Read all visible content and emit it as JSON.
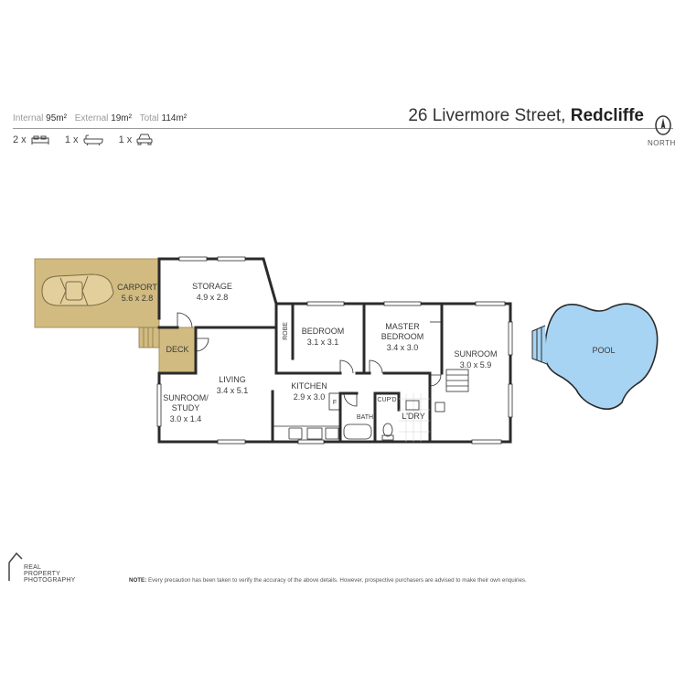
{
  "header": {
    "internal_label": "Internal",
    "internal_value": "95m²",
    "external_label": "External",
    "external_value": "19m²",
    "total_label": "Total",
    "total_value": "114m²",
    "address_street": "26 Livermore Street, ",
    "address_suburb": "Redcliffe",
    "north_label": "NORTH"
  },
  "counts": {
    "bed": "2 x",
    "bath": "1 x",
    "car": "1 x",
    "bed_icon": "bed-icon",
    "bath_icon": "bath-icon",
    "car_icon": "car-icon"
  },
  "rooms": {
    "carport": {
      "name": "CARPORT",
      "dim": "5.6 x 2.8"
    },
    "storage": {
      "name": "STORAGE",
      "dim": "4.9 x 2.8"
    },
    "deck": {
      "name": "DECK"
    },
    "robe": {
      "name": "ROBE"
    },
    "bedroom": {
      "name": "BEDROOM",
      "dim": "3.1 x 3.1"
    },
    "master": {
      "name1": "MASTER",
      "name2": "BEDROOM",
      "dim": "3.4 x 3.0"
    },
    "sunroom": {
      "name": "SUNROOM",
      "dim": "3.0 x 5.9"
    },
    "living": {
      "name": "LIVING",
      "dim": "3.4 x 5.1"
    },
    "kitchen": {
      "name": "KITCHEN",
      "dim": "2.9 x 3.0"
    },
    "study": {
      "name1": "SUNROOM/",
      "name2": "STUDY",
      "dim": "3.0 x 1.4"
    },
    "fridge": {
      "name": "F"
    },
    "cupd": {
      "name": "CUP'D"
    },
    "bath": {
      "name": "BATH"
    },
    "ldry": {
      "name": "L'DRY"
    },
    "pool": {
      "name": "POOL"
    }
  },
  "colors": {
    "carport_fill": "#d2bb80",
    "pool_fill": "#a8d4f4",
    "wall": "#2b2b2b"
  },
  "footer": {
    "logo_line1": "REAL",
    "logo_line2": "PROPERTY",
    "logo_line3": "PHOTOGRAPHY",
    "note_label": "NOTE:",
    "note_text": " Every precaution has been taken to verify the accuracy of the above details. However, prospective purchasers are advised to make their own enquiries."
  }
}
